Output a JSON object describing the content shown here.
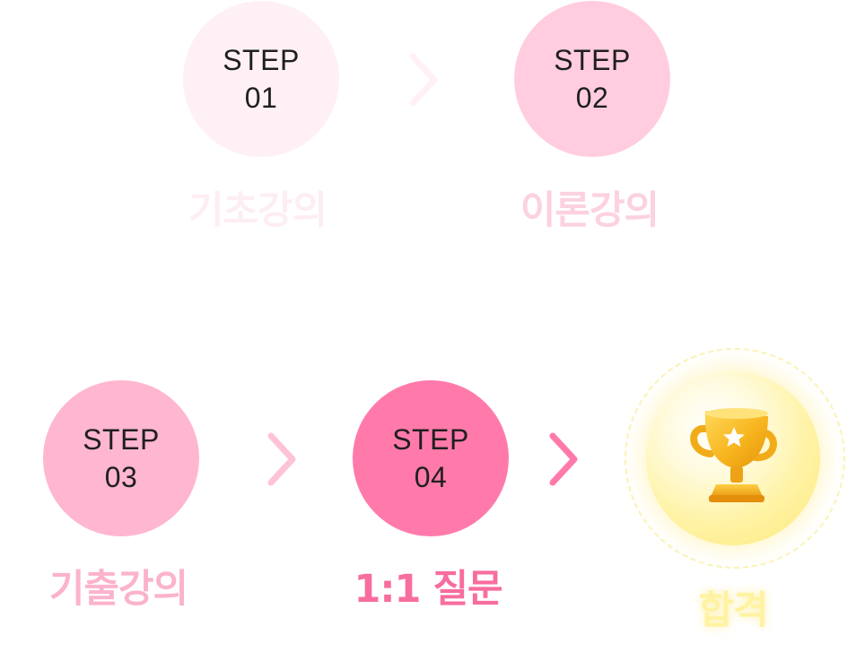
{
  "steps": [
    {
      "step_word": "STEP",
      "number": "01",
      "title": "기초강의",
      "circle_color": "#fff0f5",
      "title_color": "#fdeef3"
    },
    {
      "step_word": "STEP",
      "number": "02",
      "title": "이론강의",
      "circle_color": "#ffcddf",
      "title_color": "#fcd1e0"
    },
    {
      "step_word": "STEP",
      "number": "03",
      "title": "기출강의",
      "circle_color": "#ffb6d0",
      "title_color": "#fbb3cd"
    },
    {
      "step_word": "STEP",
      "number": "04",
      "title": "1:1 질문",
      "circle_color": "#ff7aab",
      "title_color": "#f86d9f"
    }
  ],
  "goal": {
    "title": "합격",
    "title_color": "#fff3a2",
    "icon": "trophy-icon"
  },
  "arrows": [
    {
      "icon": "chevron-right-icon",
      "color": "#fff1f5"
    },
    {
      "icon": "chevron-right-icon",
      "color": "#ffc3d8"
    },
    {
      "icon": "chevron-right-icon",
      "color": "#ff7aab"
    }
  ]
}
